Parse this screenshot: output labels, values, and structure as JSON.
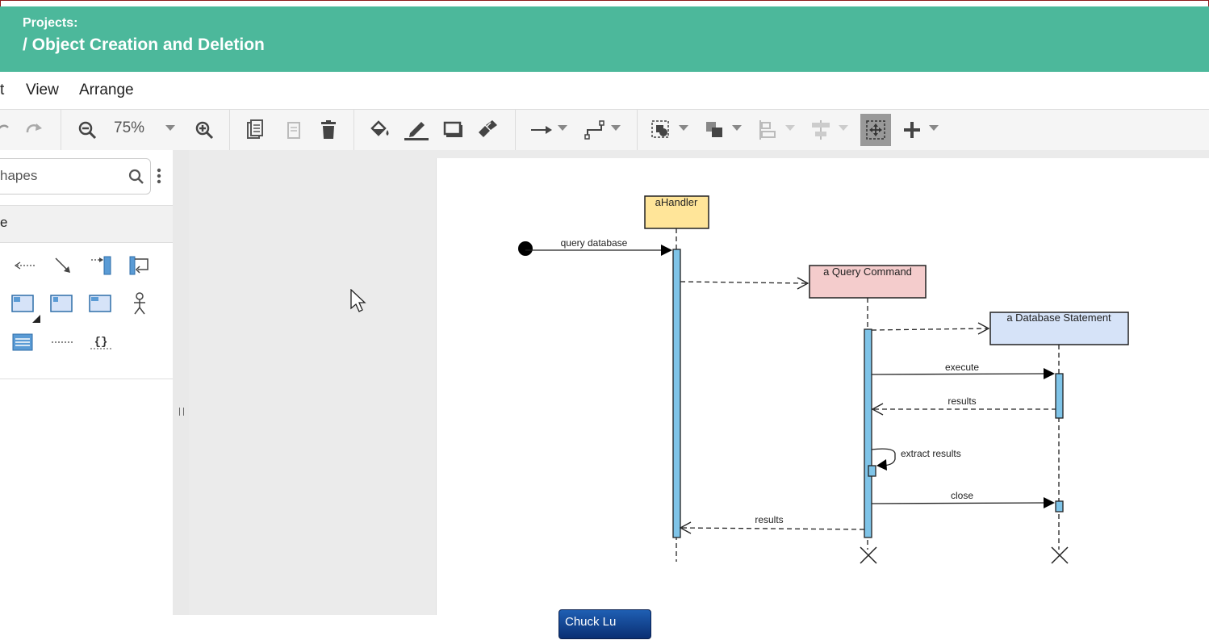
{
  "header": {
    "projects_label": "Projects:",
    "title": "/ Object Creation and Deletion"
  },
  "menu": {
    "items": [
      "t",
      "View",
      "Arrange"
    ]
  },
  "toolbar": {
    "zoom": "75%"
  },
  "sidebar": {
    "search_placeholder": "hapes",
    "section_label": "e"
  },
  "diagram": {
    "lifelines": [
      {
        "name": "aHandler",
        "fill": "#ffe599"
      },
      {
        "name": "a Query Command",
        "fill": "#f4cccc"
      },
      {
        "name": "a Database Statement",
        "fill": "#d6e3f8"
      }
    ],
    "messages": {
      "query": "query database",
      "execute": "execute",
      "results_db": "results",
      "extract": "extract results",
      "close": "close",
      "results_handler": "results"
    },
    "activation_color": "#7fc4e8"
  },
  "user": {
    "name": "Chuck Lu"
  },
  "colors": {
    "header": "#4cb89b",
    "frame": "#8b1a1a"
  }
}
